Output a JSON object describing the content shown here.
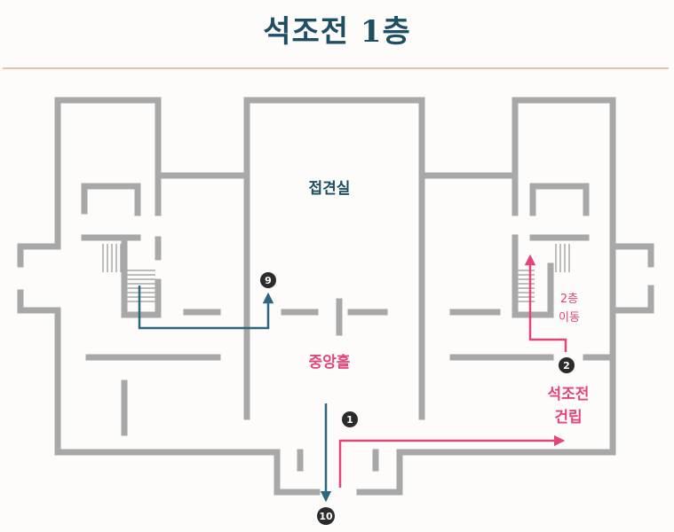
{
  "title": "석조전 1층",
  "rooms": {
    "reception": "접견실",
    "central_hall": "중앙홀",
    "construction": {
      "line1": "석조전",
      "line2": "건립"
    }
  },
  "move_note": {
    "line1": "2층",
    "line2": "이동"
  },
  "markers": {
    "m1": "1",
    "m2": "2",
    "m9": "9",
    "m10": "10"
  },
  "colors": {
    "wall": "#a8a8a8",
    "title": "#1d4e63",
    "route_blue": "#2d6680",
    "route_pink": "#e0457b",
    "marker": "#2b2b2b",
    "divider": "#e9c3a7"
  }
}
